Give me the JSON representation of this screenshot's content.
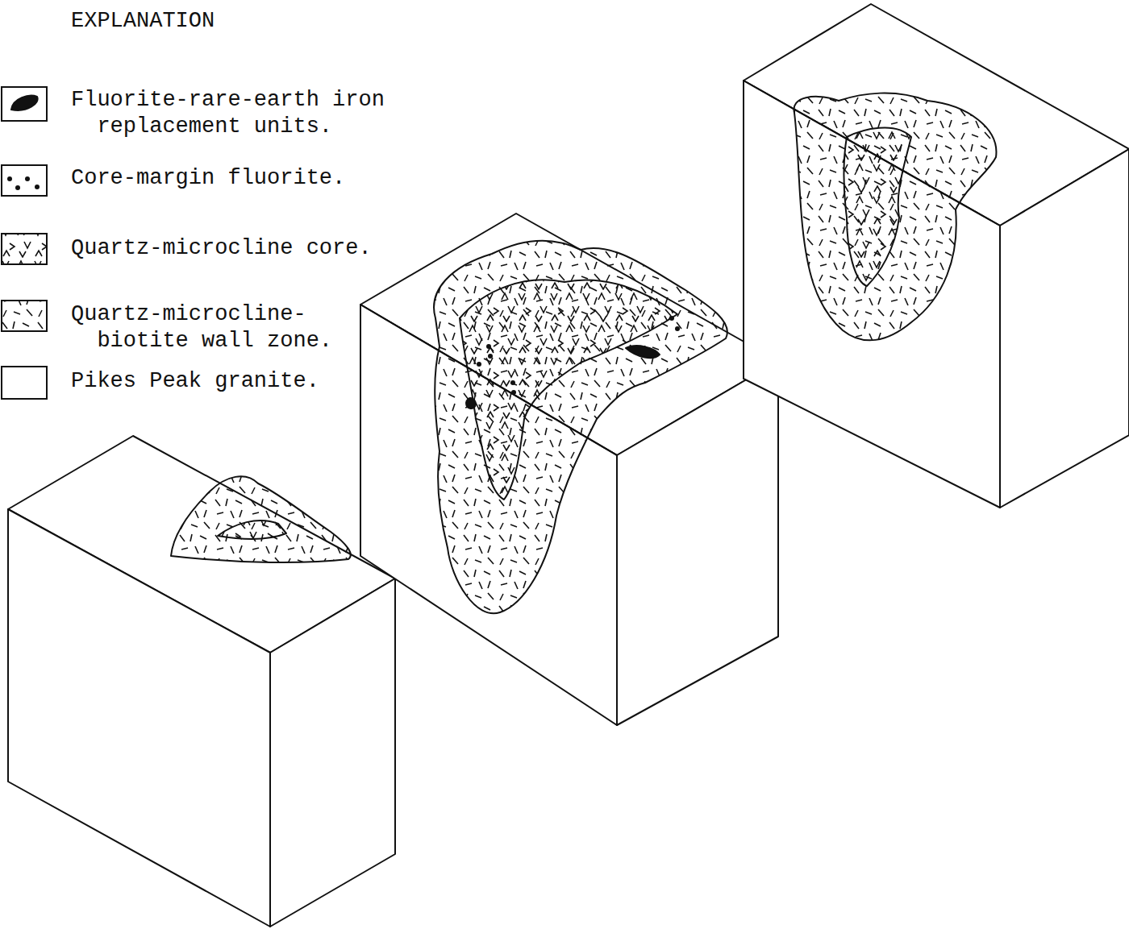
{
  "diagram": {
    "title": "EXPLANATION",
    "legend": [
      {
        "text": "Fluorite-rare-earth iron replacement units."
      },
      {
        "text": "Core-margin fluorite."
      },
      {
        "text": "Quartz-microcline core."
      },
      {
        "text": "Quartz-microcline-biotite wall zone."
      },
      {
        "text": "Pikes Peak granite."
      }
    ]
  }
}
